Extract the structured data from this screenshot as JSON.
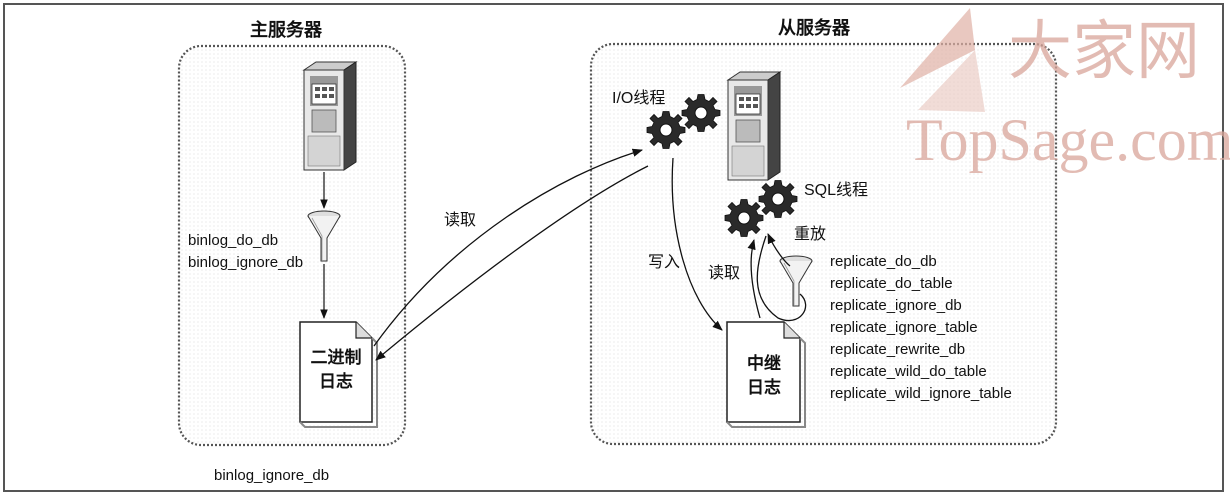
{
  "master": {
    "title": "主服务器",
    "filter_labels": [
      "binlog_do_db",
      "binlog_ignore_db"
    ],
    "binlog_doc": [
      "二进制",
      "日志"
    ],
    "bottom_caption": "binlog_ignore_db"
  },
  "slave": {
    "title": "从服务器",
    "io_thread": "I/O线程",
    "sql_thread": "SQL线程",
    "relay_doc": [
      "中继",
      "日志"
    ],
    "replicate_filters": [
      "replicate_do_db",
      "replicate_do_table",
      "replicate_ignore_db",
      "replicate_ignore_table",
      "replicate_rewrite_db",
      "replicate_wild_do_table",
      "replicate_wild_ignore_table"
    ]
  },
  "edges": {
    "read_binlog": "读取",
    "write_relay": "写入",
    "read_relay": "读取",
    "replay": "重放"
  },
  "watermark": {
    "chinese": "大家网",
    "english": "TopSage.com"
  }
}
